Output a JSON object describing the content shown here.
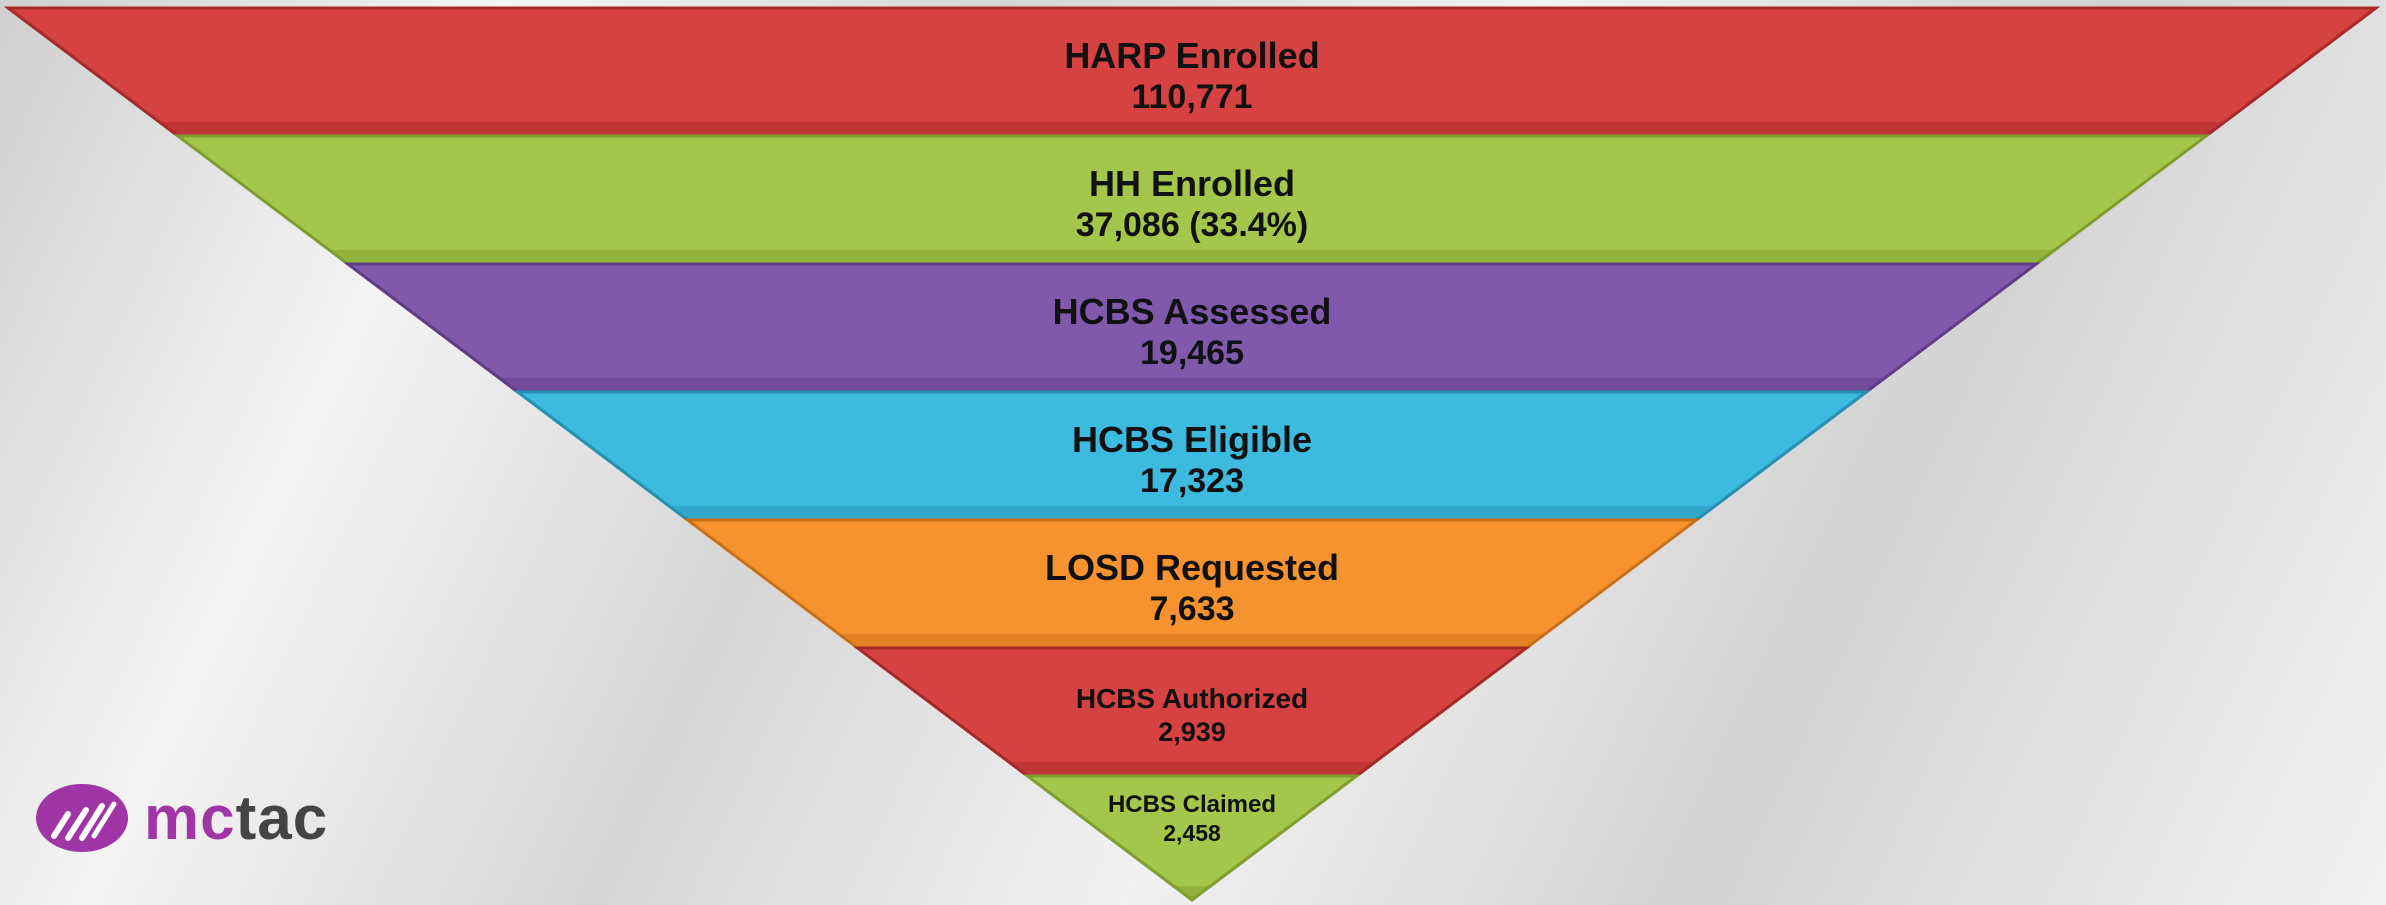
{
  "funnel": {
    "stages": [
      {
        "label": "HARP Enrolled",
        "value": "110,771",
        "color": "#d64141",
        "dark": "#a62a2a"
      },
      {
        "label": "HH Enrolled",
        "value": "37,086 (33.4%)",
        "color": "#a3c74a",
        "dark": "#7e9d2e"
      },
      {
        "label": "HCBS Assessed",
        "value": "19,465",
        "color": "#8159ac",
        "dark": "#5f3c88"
      },
      {
        "label": "HCBS Eligible",
        "value": "17,323",
        "color": "#3dbadf",
        "dark": "#2390b3"
      },
      {
        "label": "LOSD Requested",
        "value": "7,633",
        "color": "#f7932f",
        "dark": "#c96f16"
      },
      {
        "label": "HCBS Authorized",
        "value": "2,939",
        "color": "#d64141",
        "dark": "#a62a2a"
      },
      {
        "label": "HCBS Claimed",
        "value": "2,458",
        "color": "#a3c74a",
        "dark": "#7e9d2e"
      }
    ]
  },
  "logo": {
    "part1": "mc",
    "part2": "tac",
    "icon": "mctac-logo-icon",
    "color": "#a035a6"
  }
}
